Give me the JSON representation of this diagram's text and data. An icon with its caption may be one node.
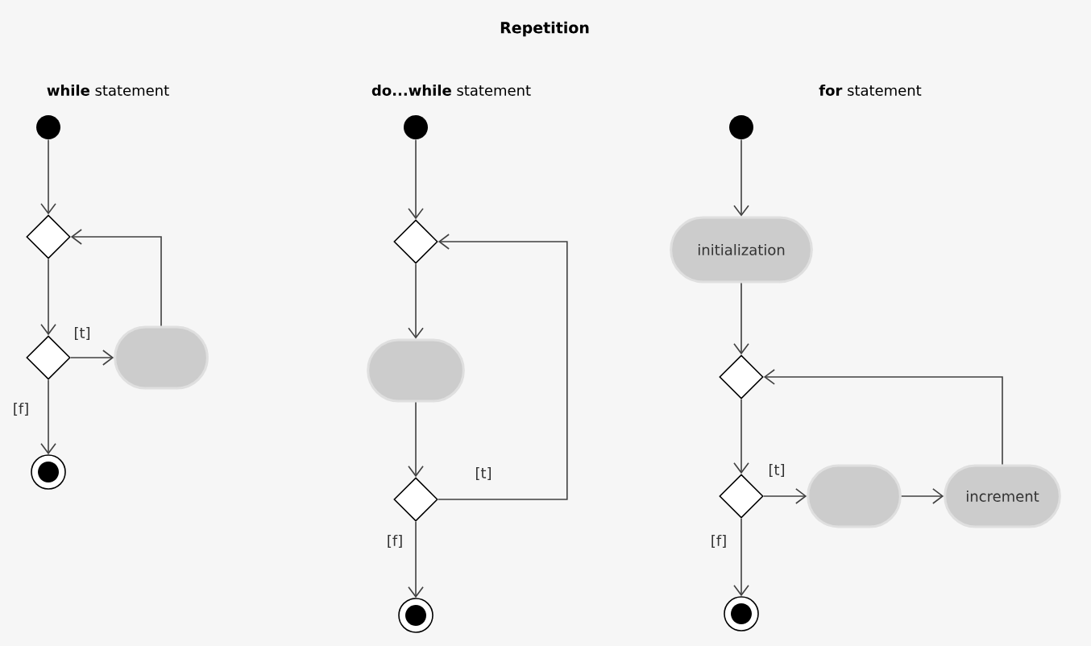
{
  "diagram": {
    "title": "Repetition",
    "nodes": [
      {
        "text": [],
        "shape": "circle"
      },
      {
        "text": [],
        "shape": "diamond"
      },
      {
        "text": [],
        "shape": "diamond"
      },
      {
        "text": [],
        "shape": "box"
      },
      {
        "text": [],
        "shape": "bullseye"
      },
      {
        "text": [],
        "shape": "circle"
      },
      {
        "text": [],
        "shape": "diamond"
      },
      {
        "text": [],
        "shape": "box"
      },
      {
        "text": [],
        "shape": "diamond"
      },
      {
        "text": [],
        "shape": "bullseye"
      },
      {
        "text": [],
        "shape": "circle"
      },
      {
        "text": [
          "initialization"
        ]
      },
      {
        "text": [],
        "shape": "diamond"
      },
      {
        "text": [],
        "shape": "diamond"
      },
      {
        "text": [],
        "shape": "box"
      },
      {
        "text": [
          "increment"
        ]
      },
      {
        "text": [],
        "shape": "bullseye"
      }
    ],
    "edges": [
      {
        "from": 0,
        "to": 1,
        "arrow": "to"
      },
      {
        "from": 1,
        "to": 2,
        "arrow": "to"
      },
      {
        "from": 2,
        "to": 3,
        "arrow": "to",
        "label": "[t]"
      },
      {
        "from": 3,
        "to": 1,
        "arrow": "to"
      },
      {
        "from": 2,
        "to": 4,
        "arrow": "to",
        "label": "[f]"
      },
      {
        "from": 5,
        "to": 6,
        "arrow": "to"
      },
      {
        "from": 6,
        "to": 7,
        "arrow": "to"
      },
      {
        "from": 7,
        "to": 8,
        "arrow": "to"
      },
      {
        "from": 8,
        "to": 6,
        "arrow": "to",
        "label": "[t]"
      },
      {
        "from": 8,
        "to": 9,
        "arrow": "to",
        "label": "[f]"
      },
      {
        "from": 10,
        "to": 11,
        "arrow": "to"
      },
      {
        "from": 11,
        "to": 12,
        "arrow": "to"
      },
      {
        "from": 12,
        "to": 13,
        "arrow": "to"
      },
      {
        "from": 13,
        "to": 14,
        "arrow": "to",
        "label": "[t]"
      },
      {
        "from": 14,
        "to": 15,
        "arrow": "to"
      },
      {
        "from": 15,
        "to": 12,
        "arrow": "to"
      },
      {
        "from": 13,
        "to": 16,
        "arrow": "to",
        "label": "[f]"
      }
    ],
    "labels": [
      "**while** statement",
      "**do...while** statement",
      "**for** statement"
    ]
  }
}
